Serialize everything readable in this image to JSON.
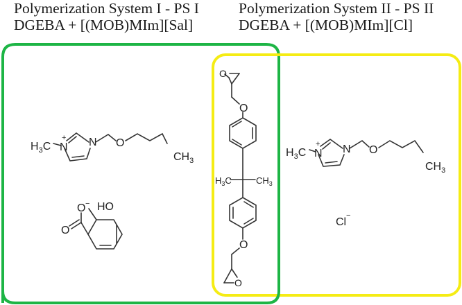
{
  "systems": [
    {
      "title": "Polymerization System I - PS I",
      "formula": "DGEBA + [(MOB)MIm][Sal]",
      "box_color": "#1db545",
      "cation": {
        "left_group": "H",
        "left_sub": "3",
        "left_c": "C",
        "n1": "N",
        "charge": "+",
        "n2": "N",
        "o": "O",
        "end": "CH",
        "end_sub": "3"
      },
      "anion": {
        "name": "salicylate",
        "o_minus": "O",
        "o_charge": "−",
        "oh": "HO",
        "o_carbonyl": "O"
      }
    },
    {
      "title": "Polymerization System II - PS II",
      "formula": "DGEBA + [(MOB)MIm][Cl]",
      "box_color": "#f5ec14",
      "cation": {
        "left_group": "H",
        "left_sub": "3",
        "left_c": "C",
        "n1": "N",
        "charge": "+",
        "n2": "N",
        "o": "O",
        "end": "CH",
        "end_sub": "3"
      },
      "anion": {
        "name": "chloride",
        "symbol": "Cl",
        "charge": "−"
      }
    }
  ],
  "shared": {
    "name": "DGEBA",
    "epoxide_top_o": "O",
    "ether_top_o": "O",
    "methyl_left": "H",
    "methyl_left_sub": "3",
    "methyl_left_c": "C",
    "methyl_right": "CH",
    "methyl_right_sub": "3",
    "ether_bottom_o": "O",
    "epoxide_bottom_o": "O"
  }
}
